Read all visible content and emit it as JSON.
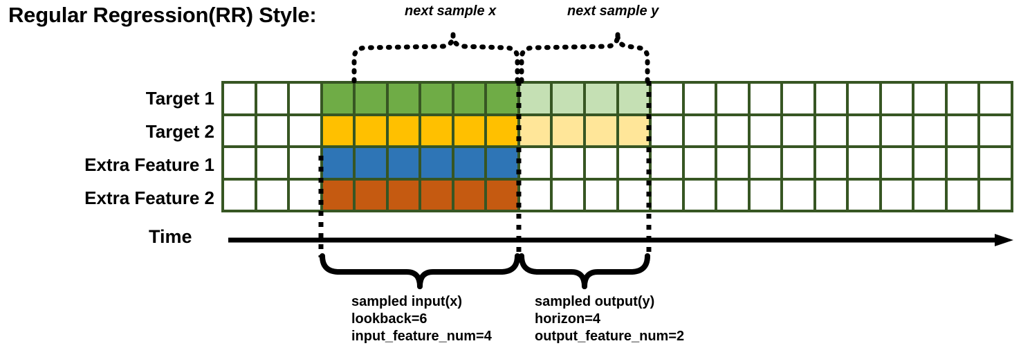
{
  "title": "Regular Regression(RR) Style:",
  "rows": [
    {
      "label": "Target 1",
      "name": "target-1"
    },
    {
      "label": "Target 2",
      "name": "target-2"
    },
    {
      "label": "Extra Feature 1",
      "name": "extra-feature-1"
    },
    {
      "label": "Extra Feature 2",
      "name": "extra-feature-2"
    }
  ],
  "grid": {
    "columns": 24,
    "rows": 4,
    "input_start_col": 3,
    "input_cols": 6,
    "output_start_col": 9,
    "output_cols": 4,
    "border_color": "#375623",
    "empty_color": "#ffffff",
    "row_colors": [
      "#6FAC46",
      "#FFC000",
      "#2E75B6",
      "#C55A11"
    ],
    "row_colors_faded": [
      "#C5E0B4",
      "#FFE699",
      "#FFFFFF",
      "#FFFFFF"
    ],
    "row_has_output": [
      true,
      true,
      false,
      false
    ]
  },
  "axis": {
    "label": "Time",
    "arrow": "right-arrow-icon"
  },
  "top_annotations": [
    {
      "text": "next sample x",
      "name": "next-sample-x"
    },
    {
      "text": "next sample y",
      "name": "next-sample-y"
    }
  ],
  "bottom_annotations": [
    {
      "name": "sampled-input",
      "lines": [
        "sampled input(x)",
        "lookback=6",
        "input_feature_num=4"
      ]
    },
    {
      "name": "sampled-output",
      "lines": [
        "sampled output(y)",
        "horizon=4",
        "output_feature_num=2"
      ]
    }
  ]
}
